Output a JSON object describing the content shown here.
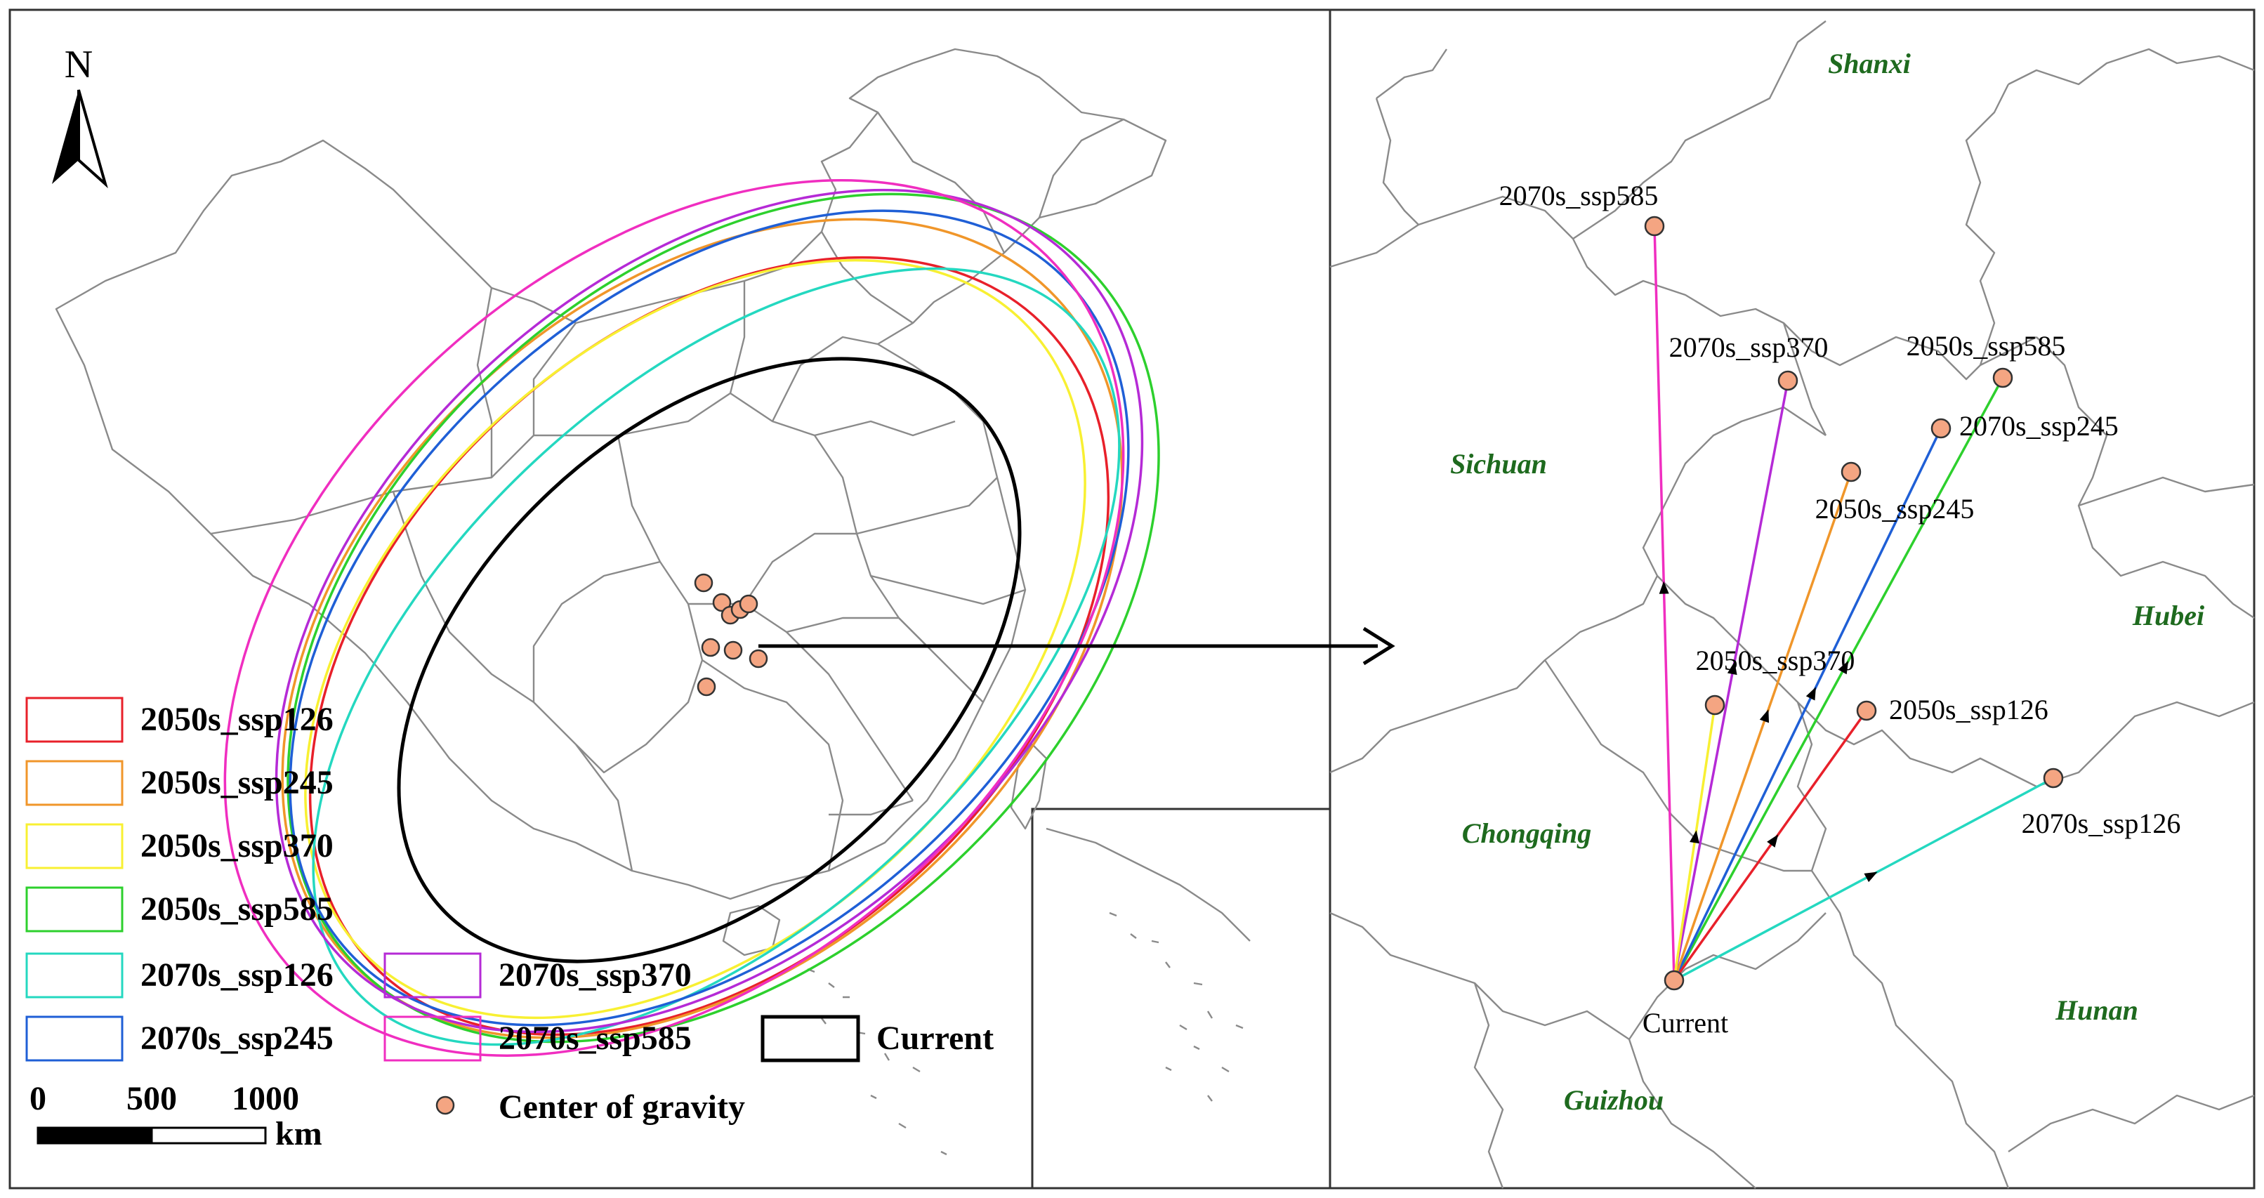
{
  "north_label": "N",
  "colors": {
    "2050s_ssp126": "#e8202a",
    "2050s_ssp245": "#f0962a",
    "2050s_ssp370": "#f8f032",
    "2050s_ssp585": "#2dd02d",
    "2070s_ssp126": "#24d8c0",
    "2070s_ssp245": "#1f5fd6",
    "2070s_ssp370": "#b52ad6",
    "2070s_ssp585": "#f02ec0",
    "current": "#000000",
    "center_fill": "#f4a582",
    "province_label": "#1e6a1e",
    "border": "#8a8a8a"
  },
  "legend": {
    "items": [
      {
        "key": "2050s_ssp126",
        "label": "2050s_ssp126"
      },
      {
        "key": "2050s_ssp245",
        "label": "2050s_ssp245"
      },
      {
        "key": "2050s_ssp370",
        "label": "2050s_ssp370"
      },
      {
        "key": "2050s_ssp585",
        "label": "2050s_ssp585"
      },
      {
        "key": "2070s_ssp126",
        "label": "2070s_ssp126"
      },
      {
        "key": "2070s_ssp245",
        "label": "2070s_ssp245"
      },
      {
        "key": "2070s_ssp370",
        "label": "2070s_ssp370"
      },
      {
        "key": "2070s_ssp585",
        "label": "2070s_ssp585"
      },
      {
        "key": "current",
        "label": "Current"
      }
    ],
    "center_label": "Center of gravity"
  },
  "scale_bar": {
    "ticks": [
      "0",
      "500",
      "1000"
    ],
    "unit": "km"
  },
  "zoom_map": {
    "provinces": [
      "Shanxi",
      "Sichuan",
      "Hubei",
      "Chongqing",
      "Hunan",
      "Guizhou"
    ],
    "current_label": "Current",
    "points": [
      {
        "key": "2070s_ssp585",
        "label": "2070s_ssp585"
      },
      {
        "key": "2070s_ssp370",
        "label": "2070s_ssp370"
      },
      {
        "key": "2050s_ssp585",
        "label": "2050s_ssp585"
      },
      {
        "key": "2070s_ssp245",
        "label": "2070s_ssp245"
      },
      {
        "key": "2050s_ssp245",
        "label": "2050s_ssp245"
      },
      {
        "key": "2050s_ssp370",
        "label": "2050s_ssp370"
      },
      {
        "key": "2050s_ssp126",
        "label": "2050s_ssp126"
      },
      {
        "key": "2070s_ssp126",
        "label": "2070s_ssp126"
      }
    ]
  }
}
